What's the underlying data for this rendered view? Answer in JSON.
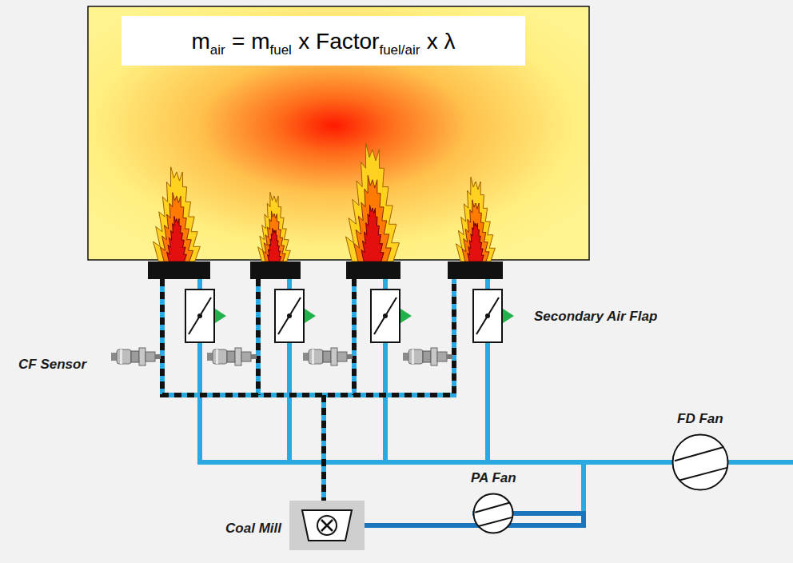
{
  "diagram": {
    "nodes": [
      {
        "text": [
          "m",
          "air",
          "= m",
          "fuel",
          "x Factor",
          "fuel/air",
          "x λ"
        ]
      },
      {
        "text": [
          "Coal Mill"
        ]
      },
      {
        "text": [
          "PA Fan"
        ]
      },
      {
        "text": [
          "FD Fan"
        ]
      }
    ],
    "edges": [
      {
        "from": 3,
        "to": 2,
        "arrow": "none"
      },
      {
        "from": 2,
        "to": 1,
        "arrow": "none"
      }
    ],
    "labels": [
      "CF Sensor",
      "Secondary Air Flap"
    ]
  }
}
